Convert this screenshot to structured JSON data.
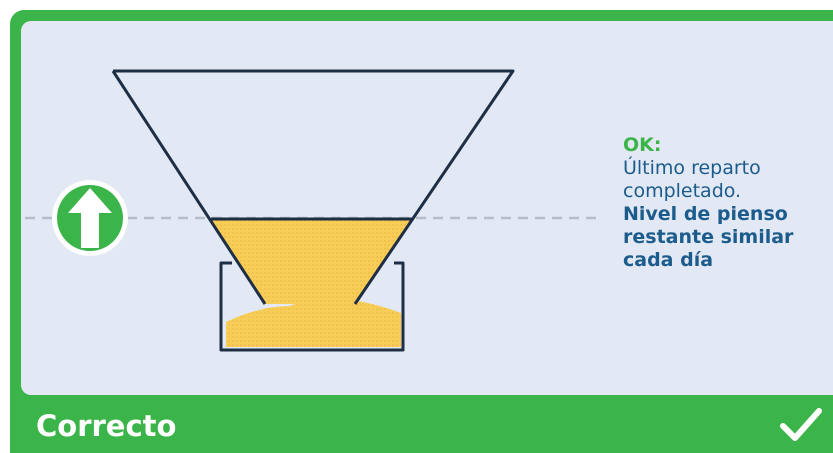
{
  "status": {
    "heading": "OK:",
    "description": "Último reparto completado.",
    "emphasis": "Nivel de pienso restante similar cada día"
  },
  "footer": {
    "label": "Correcto",
    "icon": "check-icon"
  },
  "indicator": {
    "icon": "arrow-up-icon",
    "direction": "up"
  },
  "colors": {
    "frame": "#3bb54a",
    "panel": "#e2e8f4",
    "outline": "#1e2f45",
    "feed": "#f8cd57",
    "reference_line": "#b5bdc8",
    "text": "#1c5c8c"
  }
}
